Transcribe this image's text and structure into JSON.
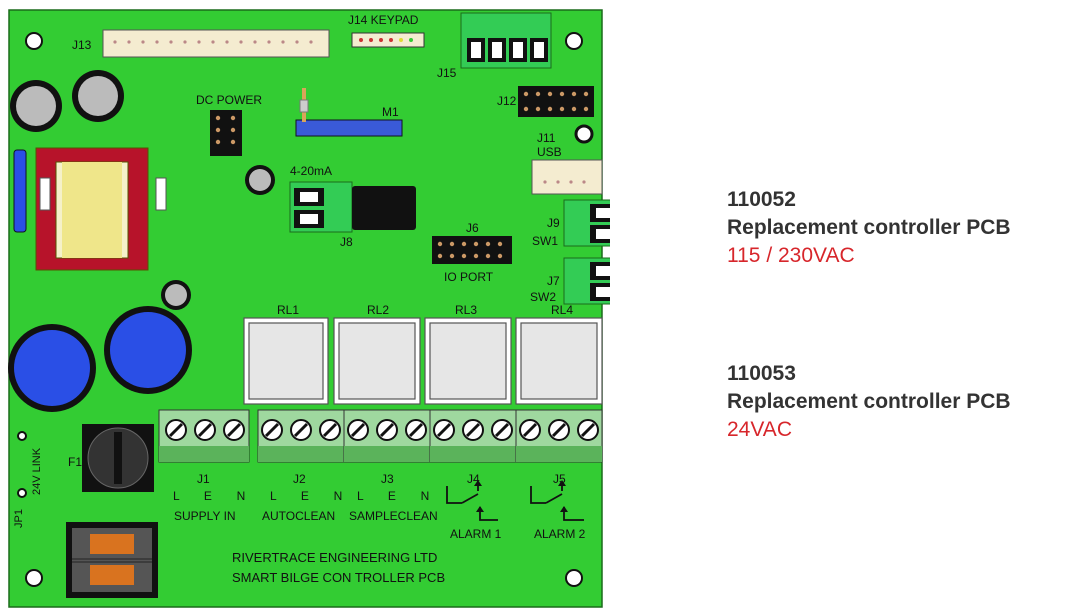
{
  "board": {
    "colors": {
      "pcb": "#33cc33",
      "pcb_dark": "#2aa82a",
      "terminal": "#9fd89f",
      "relay": "#e6e6e6",
      "cap_blue": "#2a4fe6",
      "transformer": "#b7132a",
      "label_red": "#d7262b"
    },
    "labels": {
      "j14": "J14 KEYPAD",
      "j13": "J13",
      "j15": "J15",
      "j12": "J12",
      "dc_power": "DC POWER",
      "m1": "M1",
      "j11": "J11",
      "usb": "USB",
      "ma": "4-20mA",
      "j8": "J8",
      "j6": "J6",
      "io_port": "IO PORT",
      "j9": "J9",
      "sw1": "SW1",
      "j7": "J7",
      "sw2": "SW2",
      "rl1": "RL1",
      "rl2": "RL2",
      "rl3": "RL3",
      "rl4": "RL4",
      "f1": "F1",
      "link": "24V LINK",
      "jp1": "JP1",
      "j1": "J1",
      "j2": "J2",
      "j3": "J3",
      "j4": "J4",
      "j5": "J5",
      "lne": "L  E  N",
      "supply_in": "SUPPLY IN",
      "autoclean": "AUTOCLEAN",
      "sampleclean": "SAMPLECLEAN",
      "alarm1": "ALARM 1",
      "alarm2": "ALARM 2",
      "maker": "RIVERTRACE ENGINEERING LTD",
      "product": "SMART BILGE CON TROLLER PCB"
    }
  },
  "products": [
    {
      "code": "110052",
      "name": "Replacement controller PCB",
      "voltage": "115 / 230VAC"
    },
    {
      "code": "110053",
      "name": "Replacement controller PCB",
      "voltage": "24VAC"
    }
  ]
}
